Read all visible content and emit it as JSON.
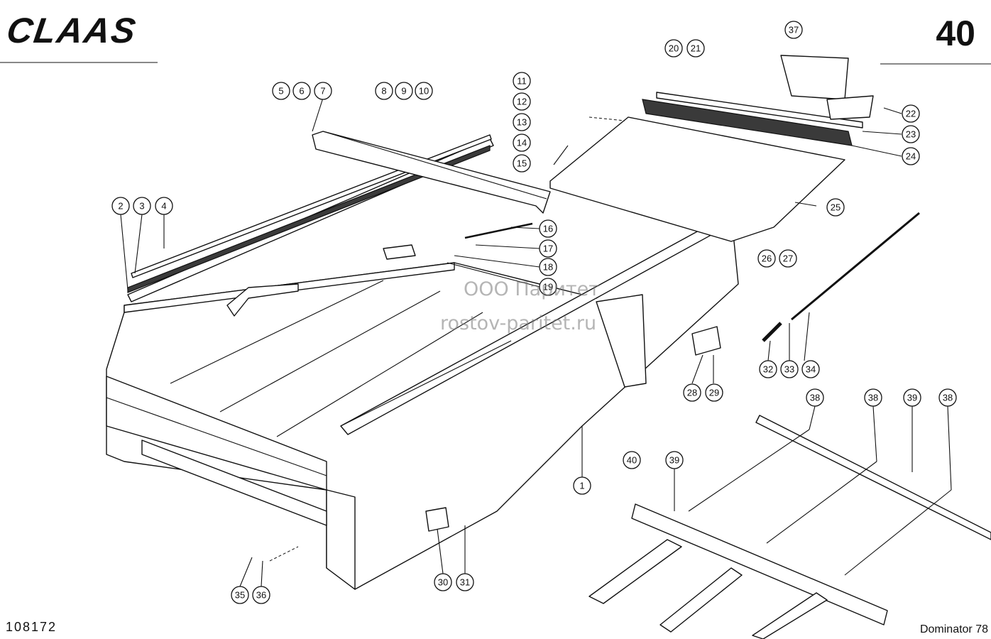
{
  "header": {
    "brand": "CLAAS",
    "page_number": "40"
  },
  "footer": {
    "drawing_number": "108172",
    "model": "Dominator 78"
  },
  "watermark": {
    "line1": "ООО Паритет",
    "line2": "rostov-paritet.ru"
  },
  "callouts": {
    "c1": "1",
    "c2": "2",
    "c3": "3",
    "c4": "4",
    "c5": "5",
    "c6": "6",
    "c7": "7",
    "c8": "8",
    "c9": "9",
    "c10": "10",
    "c11": "11",
    "c12": "12",
    "c13": "13",
    "c14": "14",
    "c15": "15",
    "c16": "16",
    "c17": "17",
    "c18": "18",
    "c19": "19",
    "c20": "20",
    "c21": "21",
    "c22": "22",
    "c23": "23",
    "c24": "24",
    "c25": "25",
    "c26": "26",
    "c27": "27",
    "c28": "28",
    "c29": "29",
    "c30": "30",
    "c31": "31",
    "c32": "32",
    "c33": "33",
    "c34": "34",
    "c35": "35",
    "c36": "36",
    "c37": "37",
    "c38a": "38",
    "c38b": "38",
    "c38c": "38",
    "c39a": "39",
    "c39b": "39",
    "c40": "40"
  }
}
